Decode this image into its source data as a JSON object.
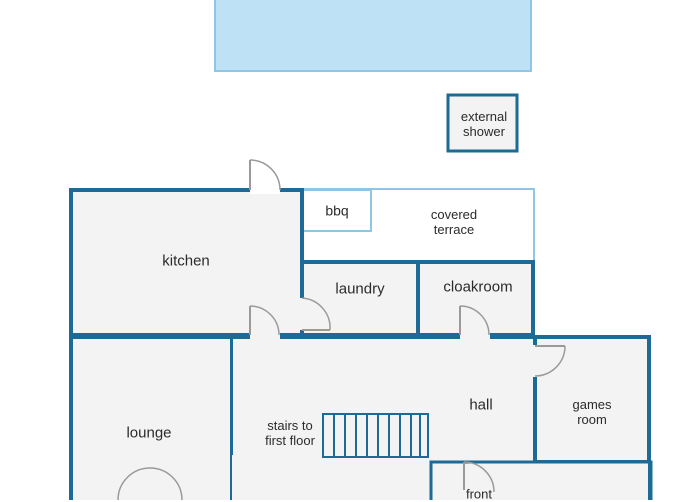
{
  "colors": {
    "wall": "#1d6a96",
    "floor": "#f2f3f2",
    "outdoor_outline": "#8ec6e4",
    "pool_fill": "#bfe1f6",
    "door": "#9a9a9a"
  },
  "rooms": {
    "external_shower": "external\nshower",
    "bbq": "bbq",
    "covered_terrace": "covered\nterrace",
    "kitchen": "kitchen",
    "laundry": "laundry",
    "cloakroom": "cloakroom",
    "hall": "hall",
    "games_room": "games\nroom",
    "lounge": "lounge",
    "stairs": "stairs to\nfirst floor",
    "front": "front"
  }
}
